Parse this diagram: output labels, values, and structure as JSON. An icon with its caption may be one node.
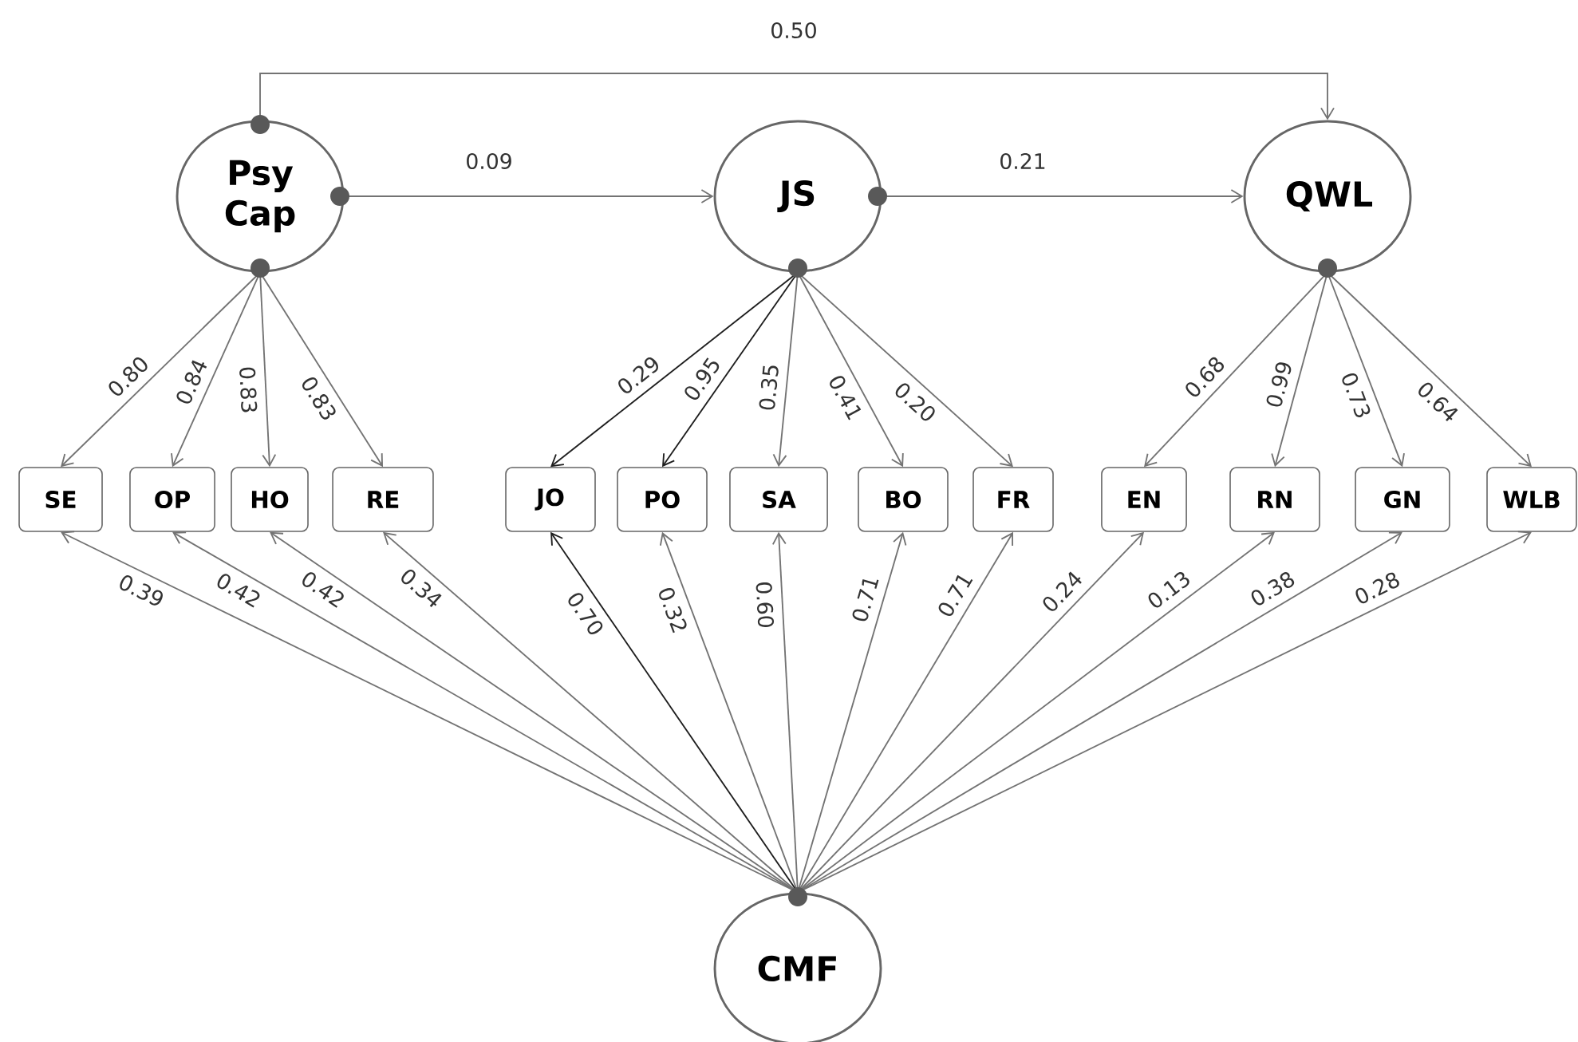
{
  "diagram": {
    "nodes": [
      {
        "text": [
          "Psy Cap"
        ]
      },
      {
        "text": [
          "JS"
        ]
      },
      {
        "text": [
          "QWL"
        ]
      },
      {
        "text": [
          "SE"
        ]
      },
      {
        "text": [
          "OP"
        ]
      },
      {
        "text": [
          "HO"
        ]
      },
      {
        "text": [
          "RE"
        ]
      },
      {
        "text": [
          "JO"
        ]
      },
      {
        "text": [
          "PO"
        ]
      },
      {
        "text": [
          "SA"
        ]
      },
      {
        "text": [
          "BO"
        ]
      },
      {
        "text": [
          "FR"
        ]
      },
      {
        "text": [
          "EN"
        ]
      },
      {
        "text": [
          "RN"
        ]
      },
      {
        "text": [
          "GN"
        ]
      },
      {
        "text": [
          "WLB"
        ]
      },
      {
        "text": [
          "CMF"
        ]
      }
    ],
    "edges": [
      {
        "from": 0,
        "to": 1,
        "arrow": "to",
        "label": "0.09"
      },
      {
        "from": 1,
        "to": 2,
        "arrow": "to",
        "label": "0.21"
      },
      {
        "from": 0,
        "to": 2,
        "arrow": "to",
        "label": "0.50"
      },
      {
        "from": 0,
        "to": 3,
        "arrow": "to",
        "label": "0.80"
      },
      {
        "from": 0,
        "to": 4,
        "arrow": "to",
        "label": "0.84"
      },
      {
        "from": 0,
        "to": 5,
        "arrow": "to",
        "label": "0.83"
      },
      {
        "from": 0,
        "to": 6,
        "arrow": "to",
        "label": "0.83"
      },
      {
        "from": 1,
        "to": 7,
        "arrow": "to",
        "label": "0.29",
        "color": "#1e1e1e"
      },
      {
        "from": 1,
        "to": 8,
        "arrow": "to",
        "label": "0.95",
        "color": "#1e1e1e"
      },
      {
        "from": 1,
        "to": 9,
        "arrow": "to",
        "label": "0.35"
      },
      {
        "from": 1,
        "to": 10,
        "arrow": "to",
        "label": "0.41"
      },
      {
        "from": 1,
        "to": 11,
        "arrow": "to",
        "label": "0.20"
      },
      {
        "from": 2,
        "to": 12,
        "arrow": "to",
        "label": "0.68"
      },
      {
        "from": 2,
        "to": 13,
        "arrow": "to",
        "label": "0.99"
      },
      {
        "from": 2,
        "to": 14,
        "arrow": "to",
        "label": "0.73"
      },
      {
        "from": 2,
        "to": 15,
        "arrow": "to",
        "label": "0.64"
      },
      {
        "from": 16,
        "to": 3,
        "arrow": "to",
        "label": "0.39"
      },
      {
        "from": 16,
        "to": 4,
        "arrow": "to",
        "label": "0.42"
      },
      {
        "from": 16,
        "to": 5,
        "arrow": "to",
        "label": "0.42"
      },
      {
        "from": 16,
        "to": 6,
        "arrow": "to",
        "label": "0.34"
      },
      {
        "from": 16,
        "to": 7,
        "arrow": "to",
        "label": "0.70",
        "color": "#1e1e1e"
      },
      {
        "from": 16,
        "to": 8,
        "arrow": "to",
        "label": "0.32"
      },
      {
        "from": 16,
        "to": 9,
        "arrow": "to",
        "label": "0.60"
      },
      {
        "from": 16,
        "to": 10,
        "arrow": "to",
        "label": "0.71"
      },
      {
        "from": 16,
        "to": 11,
        "arrow": "to",
        "label": "0.71"
      },
      {
        "from": 16,
        "to": 12,
        "arrow": "to",
        "label": "0.24"
      },
      {
        "from": 16,
        "to": 13,
        "arrow": "to",
        "label": "0.13"
      },
      {
        "from": 16,
        "to": 14,
        "arrow": "to",
        "label": "0.38"
      },
      {
        "from": 16,
        "to": 15,
        "arrow": "to",
        "label": "0.28"
      }
    ]
  }
}
